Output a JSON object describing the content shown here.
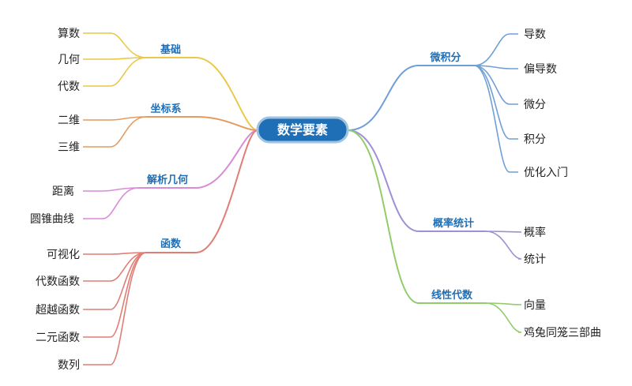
{
  "root": {
    "label": "数学要素",
    "fill": "#1f6fb6",
    "stroke": "#9fc3e0"
  },
  "branches": [
    {
      "label": "基础",
      "color": "#e9c84a",
      "leaves": [
        "算数",
        "几何",
        "代数"
      ]
    },
    {
      "label": "坐标系",
      "color": "#e59b5e",
      "leaves": [
        "二维",
        "三维"
      ]
    },
    {
      "label": "解析几何",
      "color": "#d98ad8",
      "leaves": [
        "距离",
        "圆锥曲线"
      ]
    },
    {
      "label": "函数",
      "color": "#e07d75",
      "leaves": [
        "可视化",
        "代数函数",
        "超越函数",
        "二元函数",
        "数列"
      ]
    },
    {
      "label": "微积分",
      "color": "#6f9fd6",
      "leaves": [
        "导数",
        "偏导数",
        "微分",
        "积分",
        "优化入门"
      ]
    },
    {
      "label": "概率统计",
      "color": "#9e8fd6",
      "leaves": [
        "概率",
        "统计"
      ]
    },
    {
      "label": "线性代数",
      "color": "#92cc6a",
      "leaves": [
        "向量",
        "鸡兔同笼三部曲"
      ]
    }
  ]
}
